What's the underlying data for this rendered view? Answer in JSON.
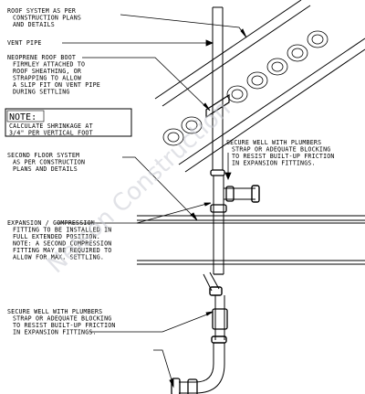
{
  "labels": {
    "roof_system": [
      "ROOF SYSTEM AS PER",
      "CONSTRUCTION PLANS",
      "AND DETAILS"
    ],
    "vent_pipe": "VENT PIPE",
    "roof_boot": [
      "NEOPRENE ROOF BOOT",
      "FIRMLEY ATTACHED TO",
      "ROOF SHEATHING, OR",
      "STRAPPING TO ALLOW",
      "A SLIP FIT ON VENT PIPE",
      "DURING SETTLING"
    ],
    "note_title": "NOTE:",
    "note_body": [
      "CALCULATE SHRINKAGE AT",
      "3/4\" PER VERTICAL FOOT"
    ],
    "secure_upper": [
      "SECURE WELL WITH PLUMBERS",
      "STRAP OR ADEQUATE BLOCKING",
      "TO RESIST BUILT-UP FRICTION",
      "IN EXPANSION FITTINGS."
    ],
    "second_floor": [
      "SECOND FLOOR SYSTEM",
      "AS PER CONSTRUCTION",
      "PLANS AND DETAILS"
    ],
    "expansion": [
      "EXPANSION / COMPRESSION",
      "FITTING TO BE INSTALLED IN",
      "FULL EXTENDED POSITION.",
      "NOTE: A SECOND COMPRESSION",
      "FITTING MAY BE REQUIRED TO",
      "ALLOW FOR MAX. SETTLING."
    ],
    "secure_lower": [
      "SECURE WELL WITH PLUMBERS",
      "STRAP OR ADEQUATE BLOCKING",
      "TO RESIST BUILT-UP FRICTION",
      "IN EXPANSION FITTINGS."
    ]
  },
  "watermark": "Nelson Construction",
  "colors": {
    "ink": "#000000",
    "watermark": "#c9ccd4",
    "background": "#ffffff"
  }
}
